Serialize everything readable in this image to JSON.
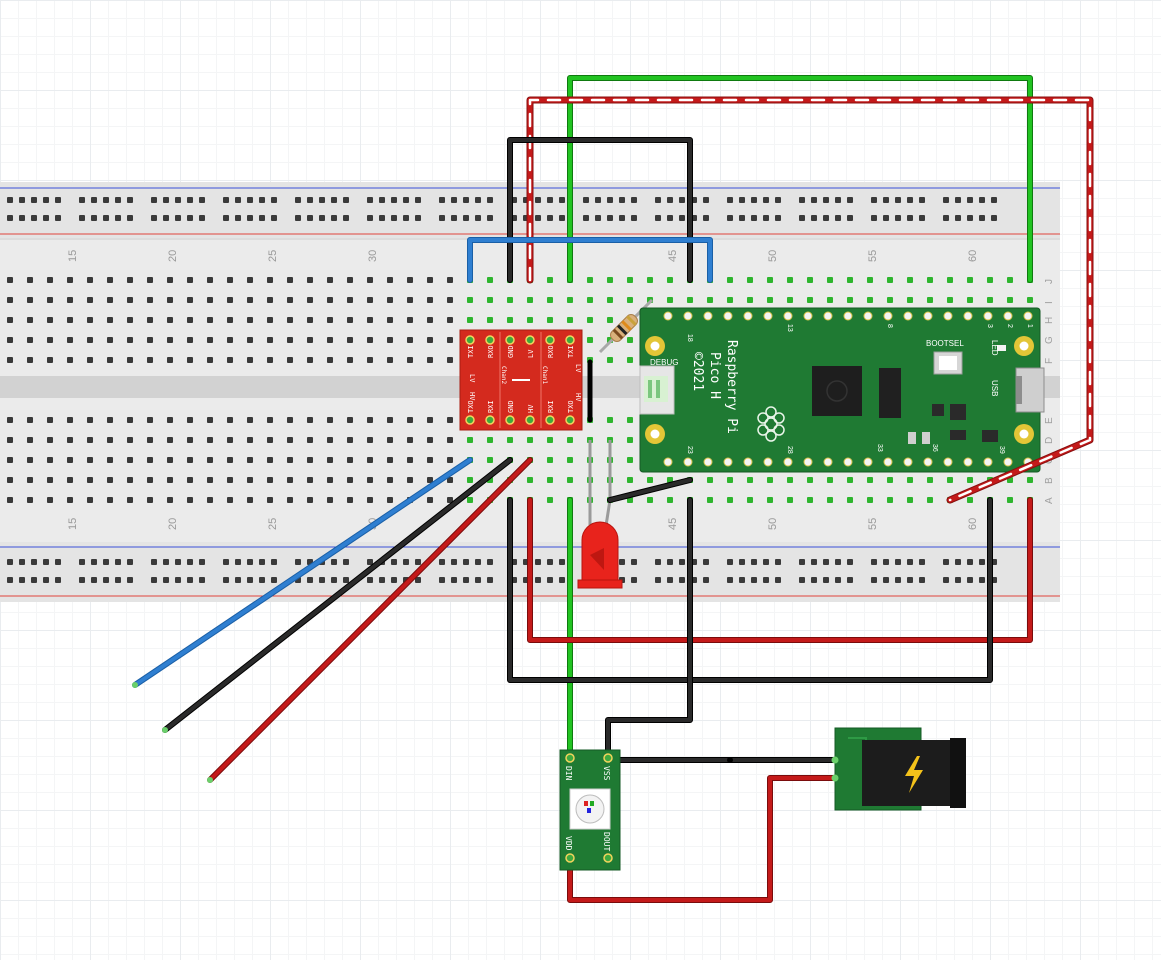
{
  "breadboard": {
    "column_numbers_top": [
      "15",
      "20",
      "25",
      "30",
      "45",
      "50",
      "55",
      "60"
    ],
    "column_numbers_bottom": [
      "15",
      "20",
      "25",
      "30",
      "45",
      "50",
      "55",
      "60"
    ],
    "row_letters_top": [
      "J",
      "I",
      "H",
      "G",
      "F"
    ],
    "row_letters_bottom": [
      "E",
      "D",
      "C",
      "B",
      "A"
    ]
  },
  "level_shifter": {
    "pins_top": [
      "TXI",
      "RXO",
      "GND",
      "LV",
      "RXO",
      "TXI"
    ],
    "pins_bottom": [
      "TXO",
      "RXI",
      "GND",
      "HV",
      "RXI",
      "TXO"
    ],
    "side_left_top": "LV",
    "side_left_bottom": "HV",
    "side_right_top": "LV",
    "side_right_bottom": "HV",
    "chan_left": "Chan2",
    "chan_right": "Chan1"
  },
  "pico": {
    "title_line1": "Raspberry Pi",
    "title_line2": "Pico H",
    "title_line3": "©2021",
    "debug_label": "DEBUG",
    "bootsel_label": "BOOTSEL",
    "led_label": "LED",
    "usb_label": "USB",
    "pin_18": "18",
    "pin_13": "13",
    "pin_8": "8",
    "pin_3": "3",
    "pin_2": "2",
    "pin_1": "1",
    "pin_23": "23",
    "pin_28": "28",
    "pin_33": "33",
    "pin_36": "36",
    "pin_39": "39"
  },
  "neopixel": {
    "din": "DIN",
    "vss": "VSS",
    "vdd": "VDD",
    "dout": "DOUT"
  },
  "power_jack": {
    "icon": "lightning-icon"
  },
  "colors": {
    "wire_green": "#22c322",
    "wire_red": "#c41a1a",
    "wire_black": "#1c1c1c",
    "wire_blue": "#2f7fd1",
    "pcb_green": "#1f7a33",
    "level_shifter_red": "#d42a1e",
    "led_red": "#e8231c"
  }
}
